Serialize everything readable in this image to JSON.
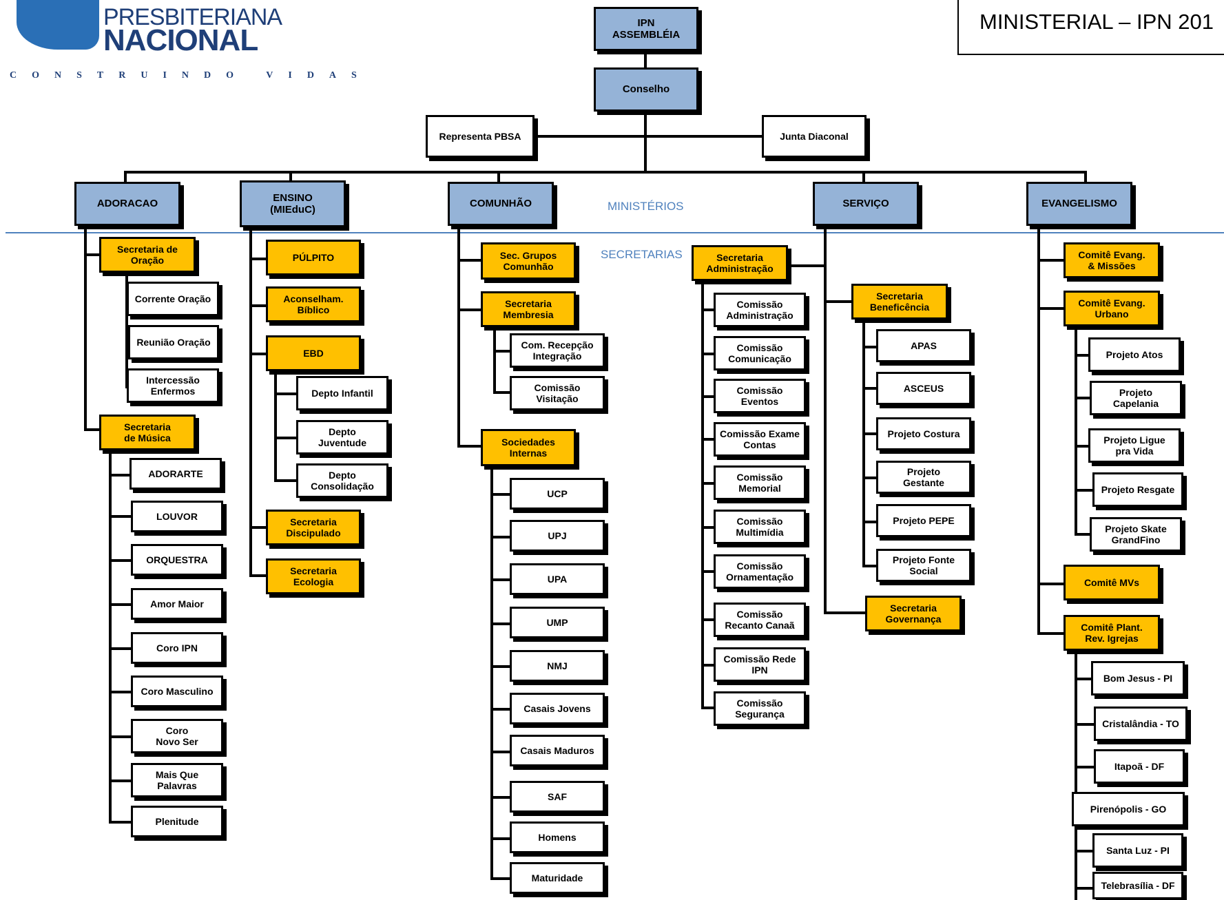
{
  "logo": {
    "line1": "PRESBITERIANA",
    "line2": "NACIONAL",
    "tagline": "CONSTRUINDO VIDAS"
  },
  "title": "MINISTERIAL – IPN 201",
  "labels": {
    "ministerios": "MINISTÉRIOS",
    "secretarias": "SECRETARIAS"
  },
  "colors": {
    "ministry": "#95b3d7",
    "secretariat": "#ffc000",
    "unit": "#ffffff",
    "label_blue": "#4f81bd"
  },
  "nodes": [
    {
      "id": "assembleia",
      "text": "IPN\nASSEMBLÉIA",
      "kind": "blue"
    },
    {
      "id": "conselho",
      "text": "Conselho",
      "kind": "blue"
    },
    {
      "id": "pbsa",
      "text": "Representa PBSA",
      "kind": "white"
    },
    {
      "id": "junta",
      "text": "Junta Diaconal",
      "kind": "white"
    },
    {
      "id": "adoracao",
      "text": "ADORACAO",
      "kind": "blue"
    },
    {
      "id": "ensino",
      "text": "ENSINO\n(MIEduC)",
      "kind": "blue"
    },
    {
      "id": "comunhao",
      "text": "COMUNHÃO",
      "kind": "blue"
    },
    {
      "id": "servico",
      "text": "SERVIÇO",
      "kind": "blue"
    },
    {
      "id": "evangelismo",
      "text": "EVANGELISMO",
      "kind": "blue"
    },
    {
      "id": "sec-oracao",
      "text": "Secretaria de\nOração",
      "kind": "gold"
    },
    {
      "id": "corrente-oracao",
      "text": "Corrente Oração",
      "kind": "white"
    },
    {
      "id": "reuniao-oracao",
      "text": "Reunião Oração",
      "kind": "white"
    },
    {
      "id": "intercessao",
      "text": "Intercessão\nEnfermos",
      "kind": "white"
    },
    {
      "id": "sec-musica",
      "text": "Secretaria\nde Música",
      "kind": "gold"
    },
    {
      "id": "adorarte",
      "text": "ADORARTE",
      "kind": "white"
    },
    {
      "id": "louvor",
      "text": "LOUVOR",
      "kind": "white"
    },
    {
      "id": "orquestra",
      "text": "ORQUESTRA",
      "kind": "white"
    },
    {
      "id": "amor-maior",
      "text": "Amor Maior",
      "kind": "white"
    },
    {
      "id": "coro-ipn",
      "text": "Coro IPN",
      "kind": "white"
    },
    {
      "id": "coro-masculino",
      "text": "Coro Masculino",
      "kind": "white"
    },
    {
      "id": "coro-novo-ser",
      "text": "Coro\nNovo Ser",
      "kind": "white"
    },
    {
      "id": "mais-que-palavras",
      "text": "Mais Que\nPalavras",
      "kind": "white"
    },
    {
      "id": "plenitude",
      "text": "Plenitude",
      "kind": "white"
    },
    {
      "id": "pulpito",
      "text": "PÚLPITO",
      "kind": "gold"
    },
    {
      "id": "aconselham",
      "text": "Aconselham.\nBíblico",
      "kind": "gold"
    },
    {
      "id": "ebd",
      "text": "EBD",
      "kind": "gold"
    },
    {
      "id": "depto-infantil",
      "text": "Depto Infantil",
      "kind": "white"
    },
    {
      "id": "depto-juventude",
      "text": "Depto\nJuventude",
      "kind": "white"
    },
    {
      "id": "depto-consolidacao",
      "text": "Depto\nConsolidação",
      "kind": "white"
    },
    {
      "id": "sec-discipulado",
      "text": "Secretaria\nDiscipulado",
      "kind": "gold"
    },
    {
      "id": "sec-ecologia",
      "text": "Secretaria\nEcologia",
      "kind": "gold"
    },
    {
      "id": "sec-grupos",
      "text": "Sec. Grupos\nComunhão",
      "kind": "gold"
    },
    {
      "id": "sec-membresia",
      "text": "Secretaria\nMembresia",
      "kind": "gold"
    },
    {
      "id": "com-recepcao",
      "text": "Com. Recepção\nIntegração",
      "kind": "white"
    },
    {
      "id": "comissao-visitacao",
      "text": "Comissão\nVisitação",
      "kind": "white"
    },
    {
      "id": "sociedades",
      "text": "Sociedades\nInternas",
      "kind": "gold"
    },
    {
      "id": "ucp",
      "text": "UCP",
      "kind": "white"
    },
    {
      "id": "upa-jr",
      "text": "UPJ",
      "kind": "white"
    },
    {
      "id": "upa",
      "text": "UPA",
      "kind": "white"
    },
    {
      "id": "ump",
      "text": "UMP",
      "kind": "white"
    },
    {
      "id": "nmj",
      "text": "NMJ",
      "kind": "white"
    },
    {
      "id": "casais-jovens",
      "text": "Casais Jovens",
      "kind": "white"
    },
    {
      "id": "casais-maduros",
      "text": "Casais Maduros",
      "kind": "white"
    },
    {
      "id": "saf",
      "text": "SAF",
      "kind": "white"
    },
    {
      "id": "homens",
      "text": "Homens",
      "kind": "white"
    },
    {
      "id": "maturidade",
      "text": "Maturidade",
      "kind": "white"
    },
    {
      "id": "sec-administracao",
      "text": "Secretaria\nAdministração",
      "kind": "gold"
    },
    {
      "id": "com-administracao",
      "text": "Comissão\nAdministração",
      "kind": "white"
    },
    {
      "id": "com-comunicacao",
      "text": "Comissão\nComunicação",
      "kind": "white"
    },
    {
      "id": "com-eventos",
      "text": "Comissão\nEventos",
      "kind": "white"
    },
    {
      "id": "com-exame-contas",
      "text": "Comissão Exame\nContas",
      "kind": "white"
    },
    {
      "id": "com-memorial",
      "text": "Comissão\nMemorial",
      "kind": "white"
    },
    {
      "id": "com-multimidia",
      "text": "Comissão\nMultimídia",
      "kind": "white"
    },
    {
      "id": "com-ornamentacao",
      "text": "Comissão\nOrnamentação",
      "kind": "white"
    },
    {
      "id": "com-recanto",
      "text": "Comissão\nRecanto Canaã",
      "kind": "white"
    },
    {
      "id": "com-rede",
      "text": "Comissão Rede\nIPN",
      "kind": "white"
    },
    {
      "id": "com-seguranca",
      "text": "Comissão\nSegurança",
      "kind": "white"
    },
    {
      "id": "sec-beneficencia",
      "text": "Secretaria\nBeneficência",
      "kind": "gold"
    },
    {
      "id": "apas",
      "text": "APAS",
      "kind": "white"
    },
    {
      "id": "asceus",
      "text": "ASCEUS",
      "kind": "white"
    },
    {
      "id": "projeto-costura",
      "text": "Projeto Costura",
      "kind": "white"
    },
    {
      "id": "projeto-gestante",
      "text": "Projeto\nGestante",
      "kind": "white"
    },
    {
      "id": "projeto-pepe",
      "text": "Projeto PEPE",
      "kind": "white"
    },
    {
      "id": "projeto-fonte",
      "text": "Projeto Fonte\nSocial",
      "kind": "white"
    },
    {
      "id": "sec-governanca",
      "text": "Secretaria\nGovernança",
      "kind": "gold"
    },
    {
      "id": "comite-missoes",
      "text": "Comitê Evang.\n& Missões",
      "kind": "gold"
    },
    {
      "id": "comite-urbano",
      "text": "Comitê Evang.\nUrbano",
      "kind": "gold"
    },
    {
      "id": "projeto-atos",
      "text": "Projeto Atos",
      "kind": "white"
    },
    {
      "id": "projeto-capelania",
      "text": "Projeto\nCapelania",
      "kind": "white"
    },
    {
      "id": "projeto-ligue",
      "text": "Projeto Ligue\npra Vida",
      "kind": "white"
    },
    {
      "id": "projeto-resgate",
      "text": "Projeto Resgate",
      "kind": "white"
    },
    {
      "id": "projeto-skate",
      "text": "Projeto Skate\nGrandFino",
      "kind": "white"
    },
    {
      "id": "comite-mvs",
      "text": "Comitê MVs",
      "kind": "gold"
    },
    {
      "id": "comite-plant",
      "text": "Comitê Plant.\nRev. Igrejas",
      "kind": "gold"
    },
    {
      "id": "bom-jesus",
      "text": "Bom Jesus - PI",
      "kind": "white"
    },
    {
      "id": "cristalandia",
      "text": "Cristalândia - TO",
      "kind": "white"
    },
    {
      "id": "itapoa",
      "text": "Itapoã - DF",
      "kind": "white"
    },
    {
      "id": "pirenopolis",
      "text": "Pirenópolis - GO",
      "kind": "white"
    },
    {
      "id": "santa-luz",
      "text": "Santa Luz - PI",
      "kind": "white"
    },
    {
      "id": "telebrasilia",
      "text": "Telebrasília - DF",
      "kind": "white"
    }
  ]
}
